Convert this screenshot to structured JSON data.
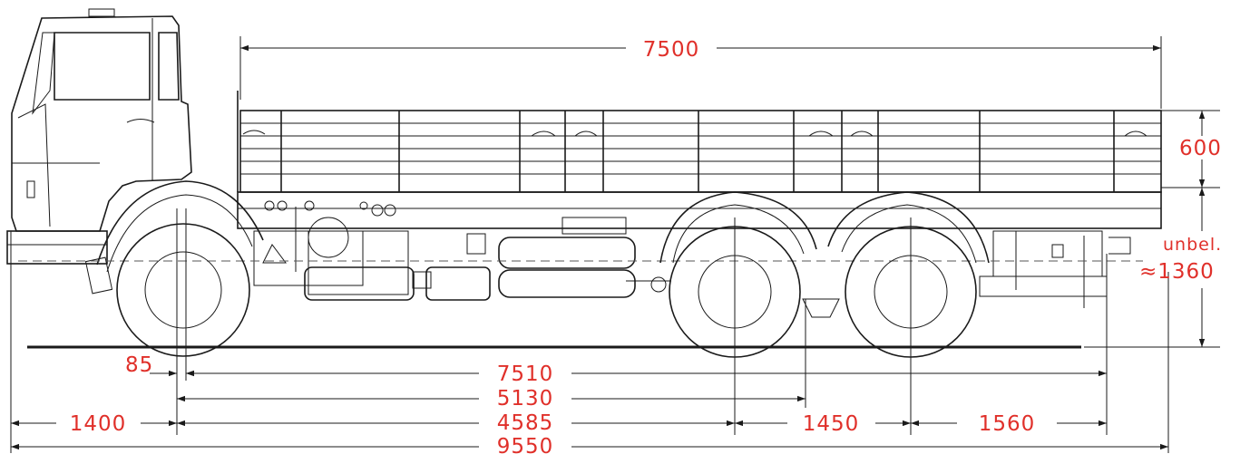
{
  "colors": {
    "dimension_text": "#e0302a",
    "line": "#1a1a1a",
    "background": "#ffffff"
  },
  "dimensions": {
    "platform_length": "7500",
    "side_height": "600",
    "platform_height_label": "unbel.",
    "platform_height_value": "≈1360",
    "front_overhang_offset": "85",
    "axle_to_end": "7510",
    "axle_to_bogie_center": "5130",
    "wheelbase": "4585",
    "front_overhang": "1400",
    "axle_spacing": "1450",
    "rear_overhang": "1560",
    "overall_length": "9550"
  }
}
